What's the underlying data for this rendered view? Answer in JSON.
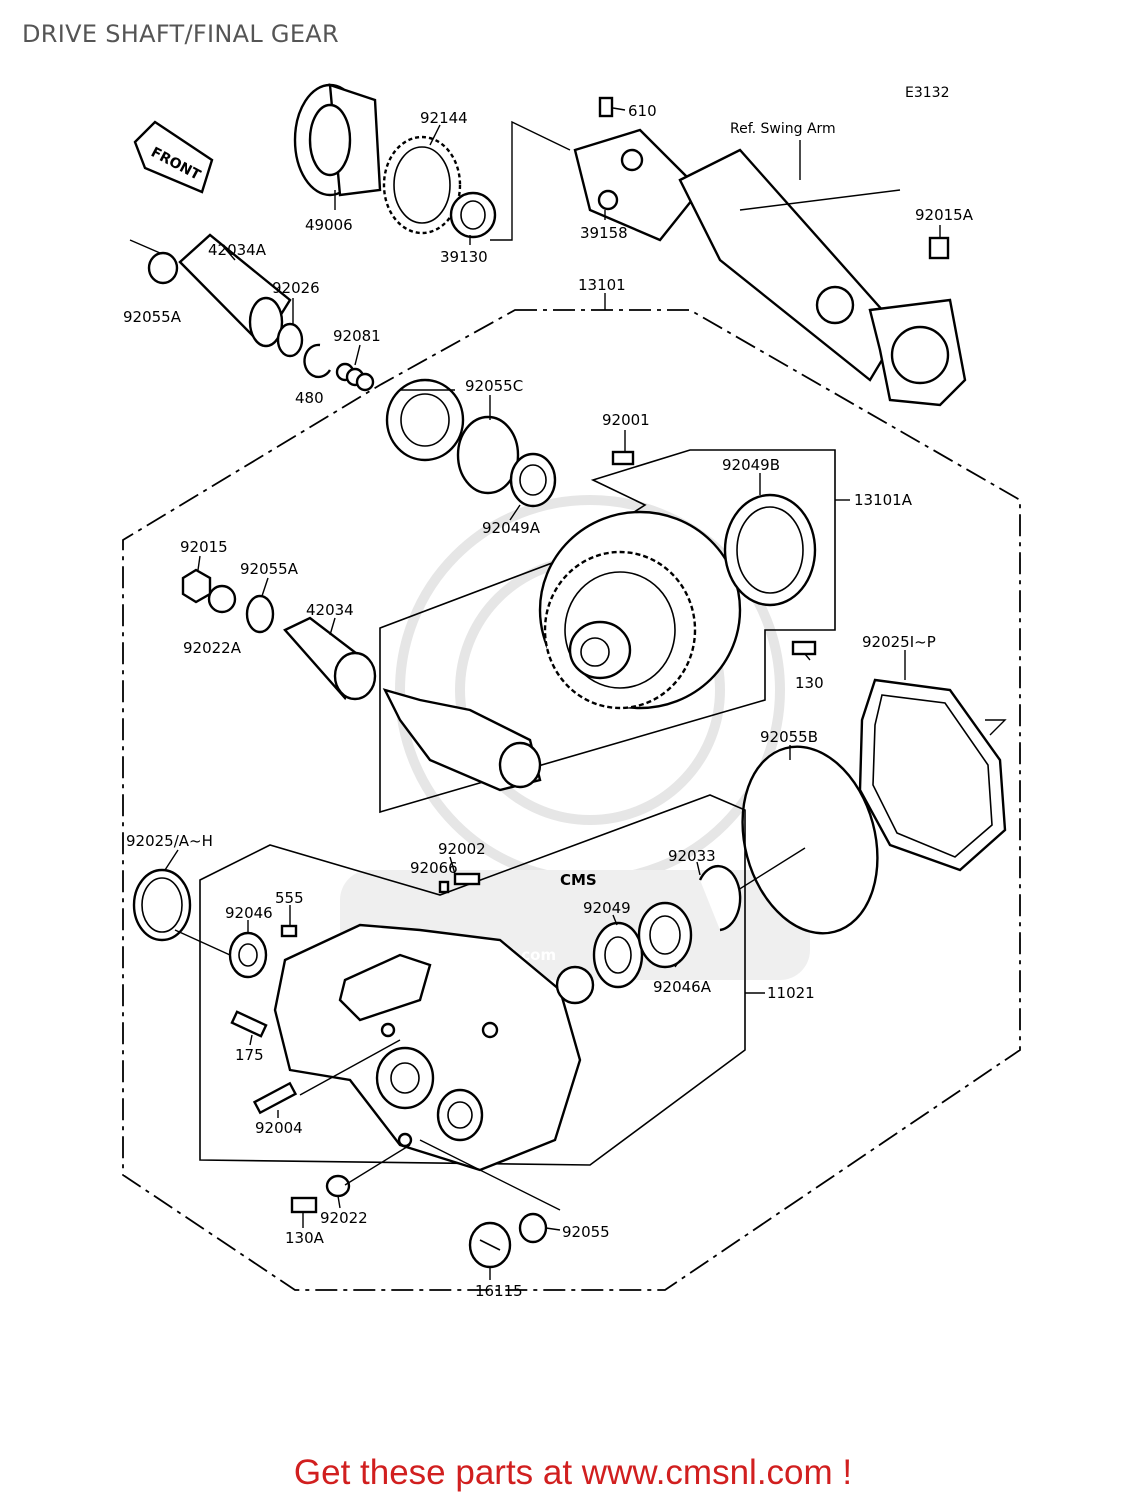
{
  "title": "DRIVE SHAFT/FINAL GEAR",
  "diagram_code": "E3132",
  "front_label": "FRONT",
  "ref_note": "Ref. Swing Arm",
  "watermark": {
    "brand": "CMS",
    "url": "www.cmsnl.com"
  },
  "parts": {
    "p610": "610",
    "p92144": "92144",
    "p49006": "49006",
    "p39130": "39130",
    "p39158": "39158",
    "p92015A": "92015A",
    "p42034A": "42034A",
    "p92026": "92026",
    "p92055A_top": "92055A",
    "p92081": "92081",
    "p480": "480",
    "p13101": "13101",
    "p92055C": "92055C",
    "p92001": "92001",
    "p92049B": "92049B",
    "p13101A": "13101A",
    "p92049A": "92049A",
    "p92015": "92015",
    "p92055A_mid": "92055A",
    "p42034": "42034",
    "p92022A": "92022A",
    "p130": "130",
    "p92025I_P": "92025I~P",
    "p92055B": "92055B",
    "p92025A_H": "92025/A~H",
    "p92002": "92002",
    "p92066": "92066",
    "p92033": "92033",
    "p555": "555",
    "p92046": "92046",
    "p92049": "92049",
    "p92046A": "92046A",
    "p11021": "11021",
    "p175": "175",
    "p92004": "92004",
    "p92022": "92022",
    "p130A": "130A",
    "p92055": "92055",
    "p16115": "16115"
  },
  "footer": "Get these parts at www.cmsnl.com !",
  "colors": {
    "footer": "#d11f1f",
    "title": "#555555",
    "line": "#000000"
  }
}
